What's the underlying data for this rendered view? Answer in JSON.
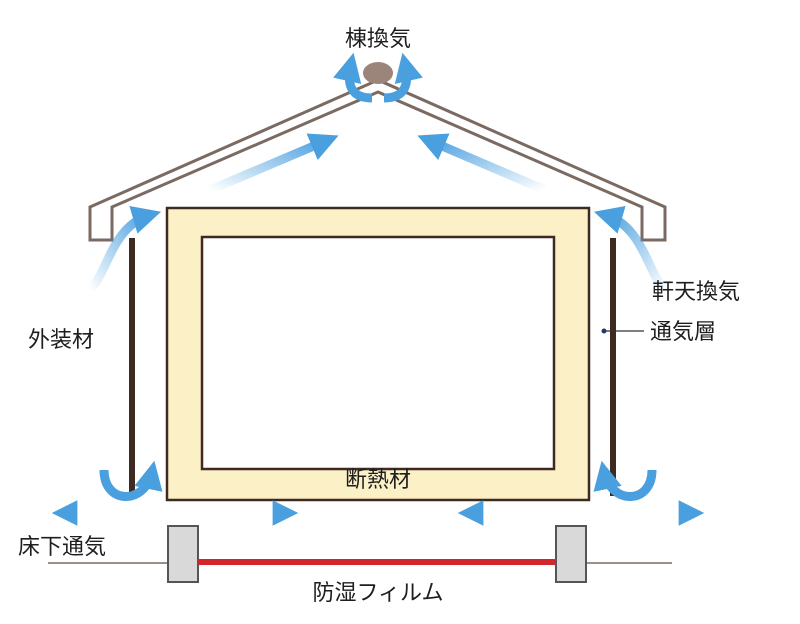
{
  "labels": {
    "ridge_vent": "棟換気",
    "eave_vent": "軒天換気",
    "exterior_material": "外装材",
    "ventilation_layer": "通気層",
    "insulation": "断熱材",
    "underfloor_vent": "床下通気",
    "moisture_film": "防湿フィルム"
  },
  "colors": {
    "roof": "#7a6a62",
    "wall": "#3e2a23",
    "insulation_fill": "#fbf0c6",
    "insulation_border": "#3e2a23",
    "airflow": "#4a9fdf",
    "moisture_film": "#d1262b",
    "foundation": "#d9d9d9",
    "ridge_cap": "#9b847a"
  }
}
